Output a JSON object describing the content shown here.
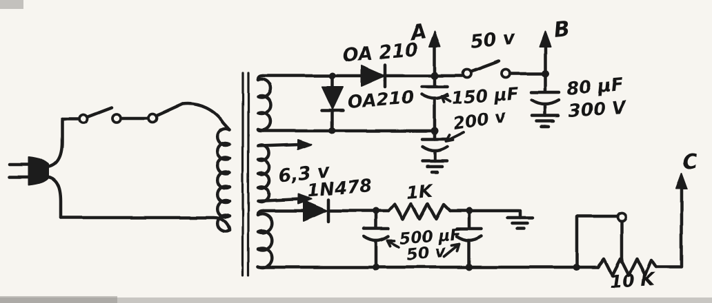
{
  "meta": {
    "paper_color": "#f7f5f0",
    "ink_color": "#1b1b1b"
  },
  "transformer": {
    "heater_voltage": "6,3 v"
  },
  "hv_section": {
    "series_diode": "OA 210",
    "shunt_diode": "OA210",
    "reservoir_cap": "150 μF",
    "reservoir_cap_voltage": "200 v",
    "switch_voltage": "50 v",
    "terminal_a": "A",
    "terminal_b": "B",
    "filter_cap": "80 μF",
    "filter_cap_voltage": "300 V"
  },
  "bias_section": {
    "diode": "1N478",
    "resistor": "1K",
    "filter_caps": "500 μF",
    "filter_caps_voltage": "50 v",
    "potentiometer": "10 K",
    "terminal_c": "C"
  }
}
